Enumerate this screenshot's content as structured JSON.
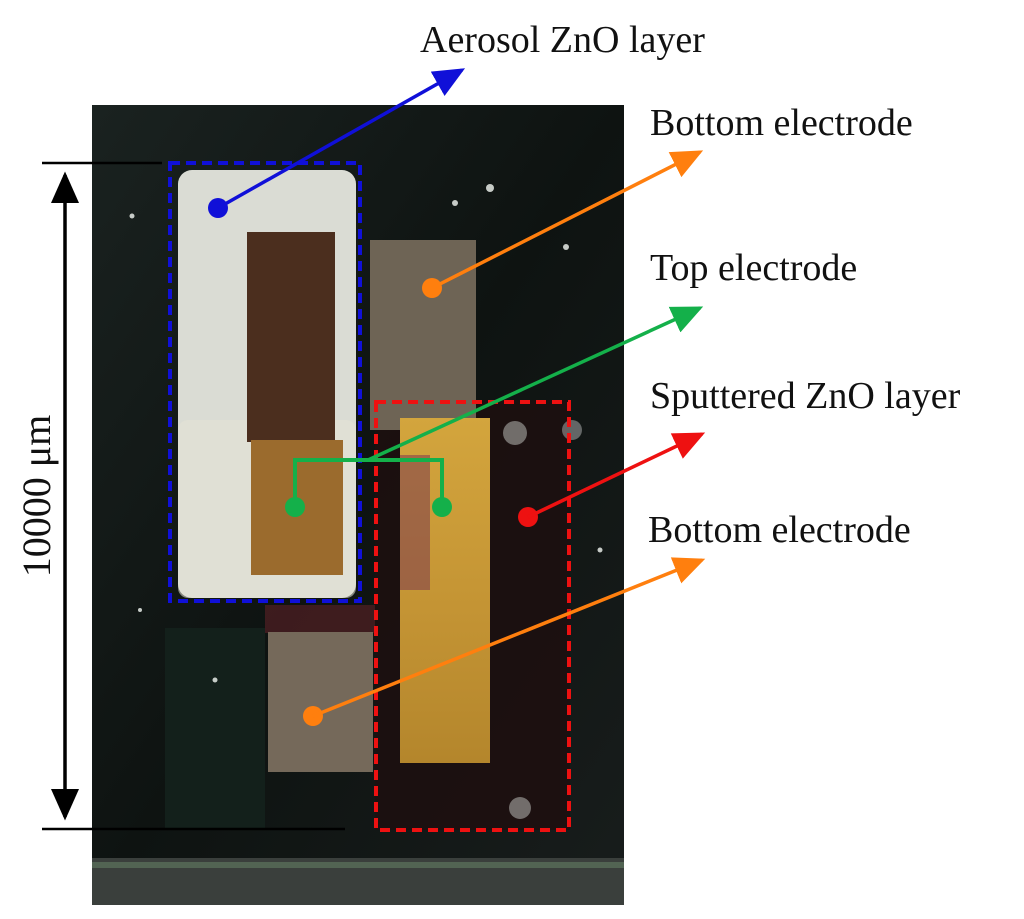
{
  "labels": {
    "aerosol_zno": "Aerosol ZnO layer",
    "bottom_electrode_upper": "Bottom electrode",
    "top_electrode": "Top electrode",
    "sputtered_zno": "Sputtered ZnO layer",
    "bottom_electrode_lower": "Bottom electrode"
  },
  "scale_bar": {
    "label": "10000 μm"
  },
  "colors": {
    "aerosol_annotation": "#1010d8",
    "bottom_electrode_annotation": "#ff7f0e",
    "top_electrode_annotation": "#14b04a",
    "sputtered_annotation": "#ee1111",
    "substrate": "#101513",
    "aerosol_film": "#d8dbd2",
    "top_electrode_upper_pad": "#4a2d1d",
    "top_electrode_lower_pad": "#9a6b2c",
    "bottom_electrode_pad": "#6f6558",
    "sputtered_electrode": "#c99a34"
  }
}
